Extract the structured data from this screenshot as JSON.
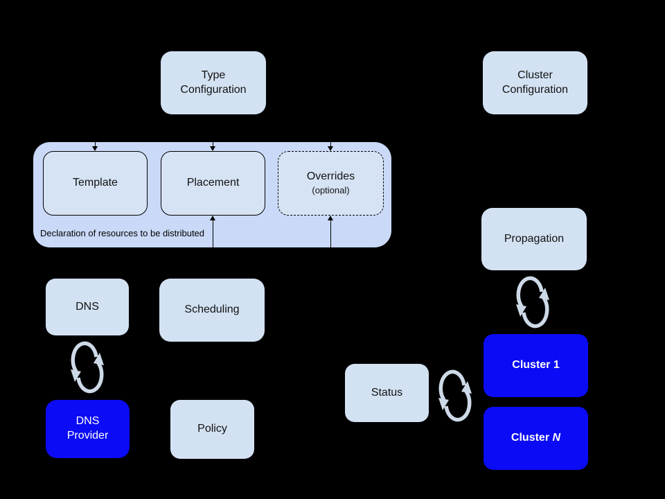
{
  "diagram": {
    "background": "#000000",
    "colors": {
      "group_fill": "#c9d9f7",
      "light_box_fill": "#d3e2f3",
      "inner_box_fill": "#d6e3f4",
      "highlight_blue_fill": "#0b0bf5",
      "dark_text": "#111111",
      "light_text": "#ffffff",
      "sync_icon_color": "#cdd9e7",
      "connector_color": "#000000"
    },
    "icons": {
      "sync": "circular-refresh-arrows",
      "arrow_down": "small-black-down-arrow",
      "arrow_up": "small-black-up-arrow"
    },
    "nodes": {
      "type_configuration": {
        "label": "Type\nConfiguration"
      },
      "cluster_configuration": {
        "label": "Cluster\nConfiguration"
      },
      "template": {
        "label": "Template"
      },
      "placement": {
        "label": "Placement"
      },
      "overrides": {
        "label": "Overrides",
        "sublabel": "(optional)"
      },
      "group_caption": "Declaration of resources to be distributed",
      "dns": {
        "label": "DNS"
      },
      "scheduling": {
        "label": "Scheduling"
      },
      "dns_provider": {
        "label": "DNS\nProvider"
      },
      "policy": {
        "label": "Policy"
      },
      "propagation": {
        "label": "Propagation"
      },
      "status": {
        "label": "Status"
      },
      "cluster_1": {
        "label": "Cluster 1"
      },
      "cluster_n": {
        "prefix": "Cluster ",
        "emph": "N"
      }
    }
  }
}
